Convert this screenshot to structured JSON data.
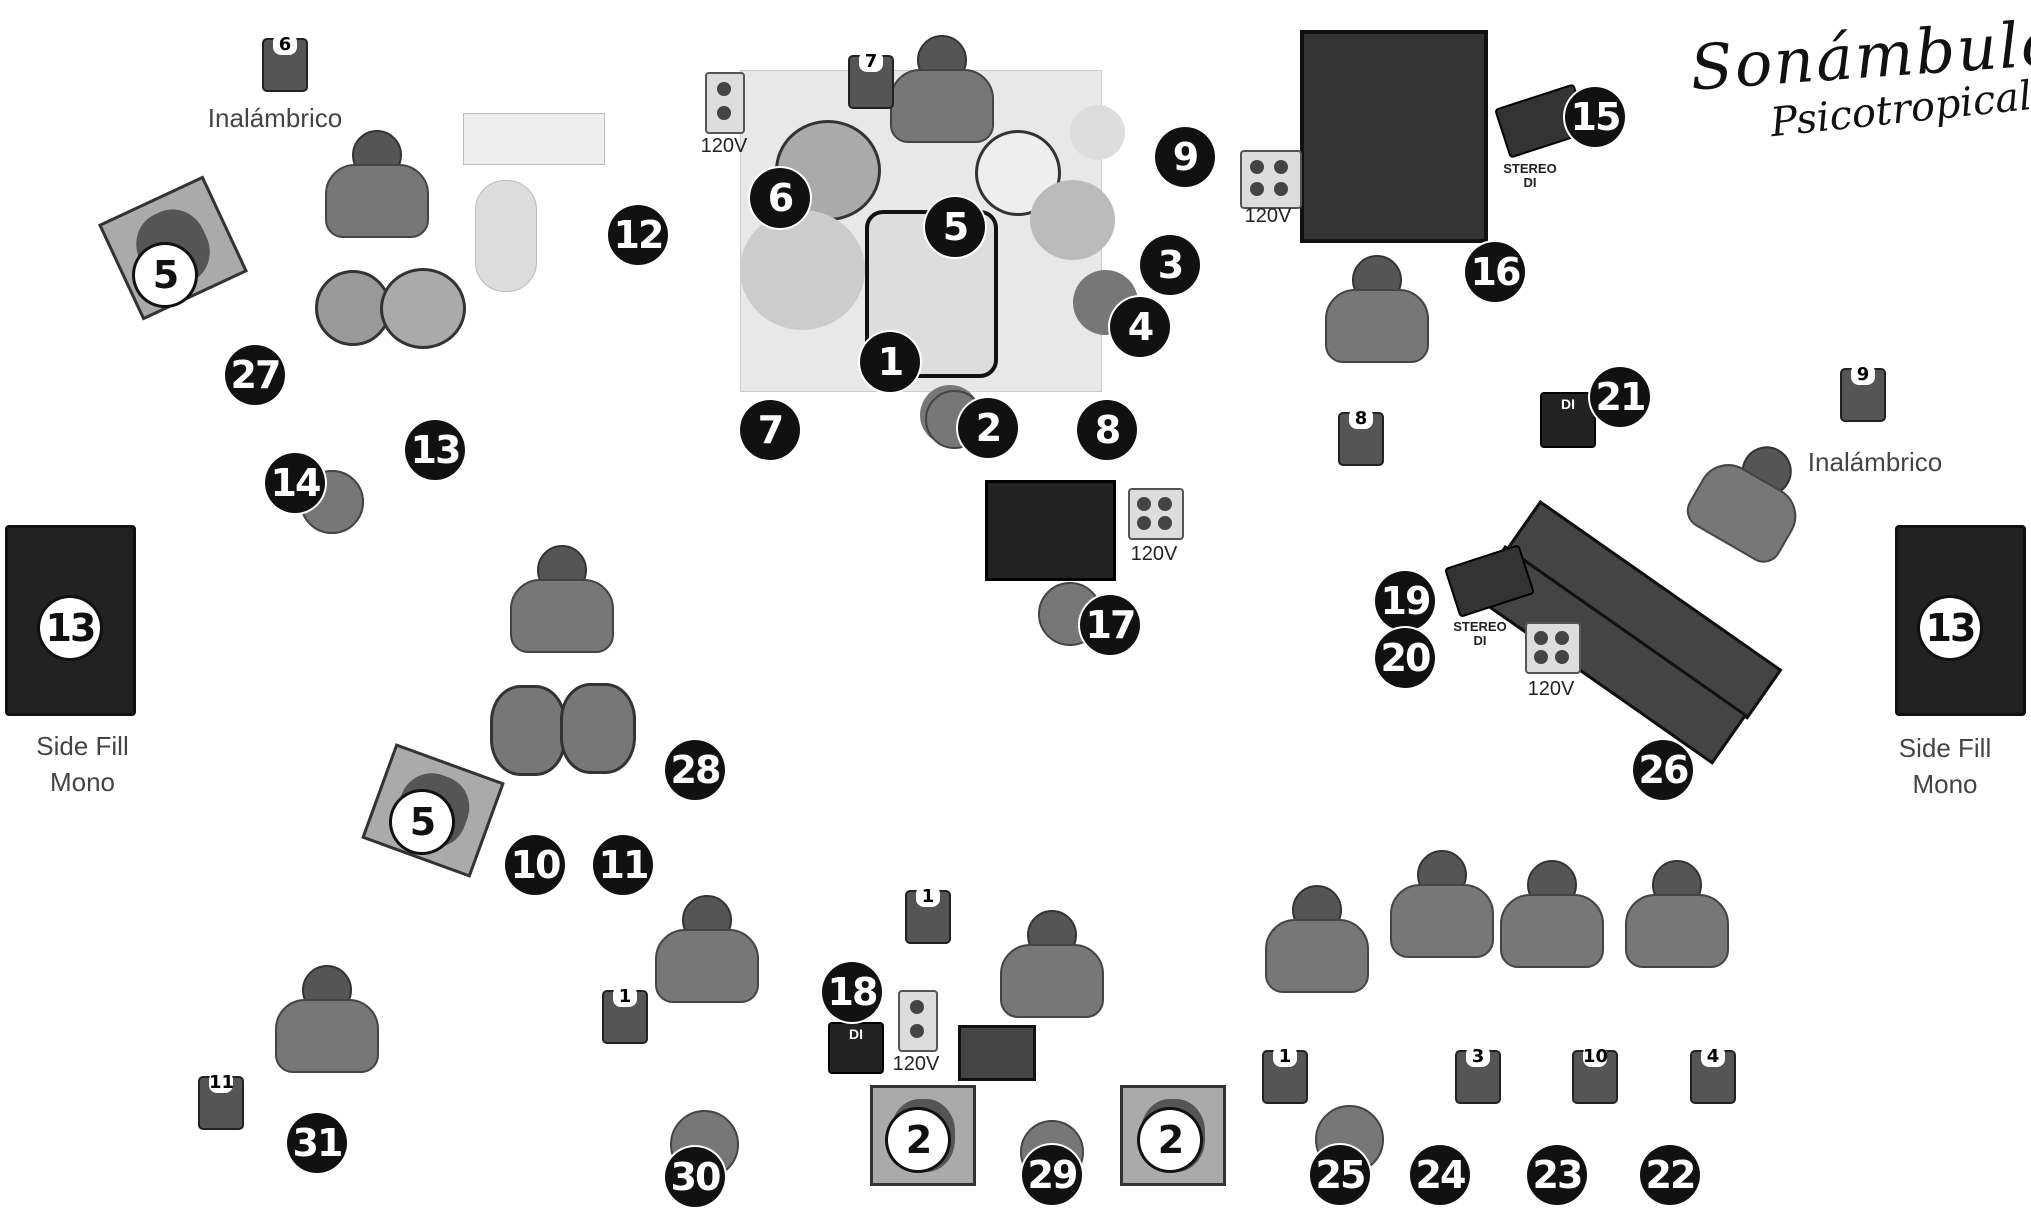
{
  "band": {
    "line1": "Sonámbulo",
    "line2": "Psicotropical"
  },
  "labels": {
    "wireless": "Inalámbrico",
    "side_fill": "Side Fill",
    "mono": "Mono",
    "voltage": "120V",
    "stereo_di": "STEREO\nDI",
    "di": "DI"
  },
  "inputs": [
    {
      "id": "1",
      "label": "1"
    },
    {
      "id": "2",
      "label": "2"
    },
    {
      "id": "3",
      "label": "3"
    },
    {
      "id": "4",
      "label": "4"
    },
    {
      "id": "5",
      "label": "5"
    },
    {
      "id": "6",
      "label": "6"
    },
    {
      "id": "7",
      "label": "7"
    },
    {
      "id": "8",
      "label": "8"
    },
    {
      "id": "9",
      "label": "9"
    },
    {
      "id": "10",
      "label": "10"
    },
    {
      "id": "11",
      "label": "11"
    },
    {
      "id": "12",
      "label": "12"
    },
    {
      "id": "13",
      "label": "13"
    },
    {
      "id": "14",
      "label": "14"
    },
    {
      "id": "15",
      "label": "15"
    },
    {
      "id": "16",
      "label": "16"
    },
    {
      "id": "17",
      "label": "17"
    },
    {
      "id": "18",
      "label": "18"
    },
    {
      "id": "19",
      "label": "19"
    },
    {
      "id": "20",
      "label": "20"
    },
    {
      "id": "21",
      "label": "21"
    },
    {
      "id": "22",
      "label": "22"
    },
    {
      "id": "23",
      "label": "23"
    },
    {
      "id": "24",
      "label": "24"
    },
    {
      "id": "25",
      "label": "25"
    },
    {
      "id": "26",
      "label": "26"
    },
    {
      "id": "27",
      "label": "27"
    },
    {
      "id": "28",
      "label": "28"
    },
    {
      "id": "29",
      "label": "29"
    },
    {
      "id": "30",
      "label": "30"
    },
    {
      "id": "31",
      "label": "31"
    }
  ],
  "monitors": {
    "m5": "5",
    "m2": "2",
    "sidefill": "13"
  },
  "in_ears": {
    "e6": "6",
    "e7": "7",
    "e8": "8",
    "e9": "9",
    "e1": "1",
    "e11": "11",
    "e3": "3",
    "e10": "10",
    "e4": "4"
  }
}
